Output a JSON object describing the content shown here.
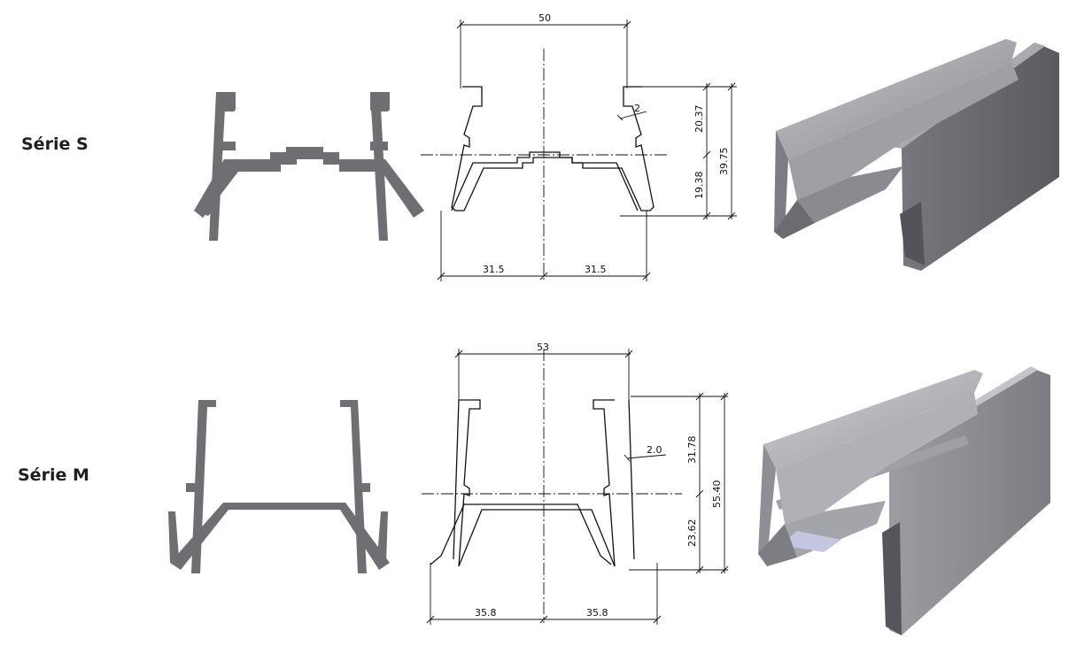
{
  "series": [
    {
      "label": "Série S",
      "dimensions": {
        "top_width": "50",
        "wall": "2",
        "upper_height": "20.37",
        "total_height": "39.75",
        "lower_height": "19.38",
        "half_width_left": "31.5",
        "half_width_right": "31.5"
      }
    },
    {
      "label": "Série M",
      "dimensions": {
        "top_width": "53",
        "wall": "2.0",
        "upper_height": "31.78",
        "total_height": "55.40",
        "lower_height": "23.62",
        "half_width_left": "35.8",
        "half_width_right": "35.8"
      }
    }
  ],
  "colors": {
    "profile_grey": "#6f6f73",
    "render_light": "#b4b5ba",
    "render_mid": "#8e8f94",
    "render_dark": "#5d5e63",
    "line": "#111111"
  }
}
